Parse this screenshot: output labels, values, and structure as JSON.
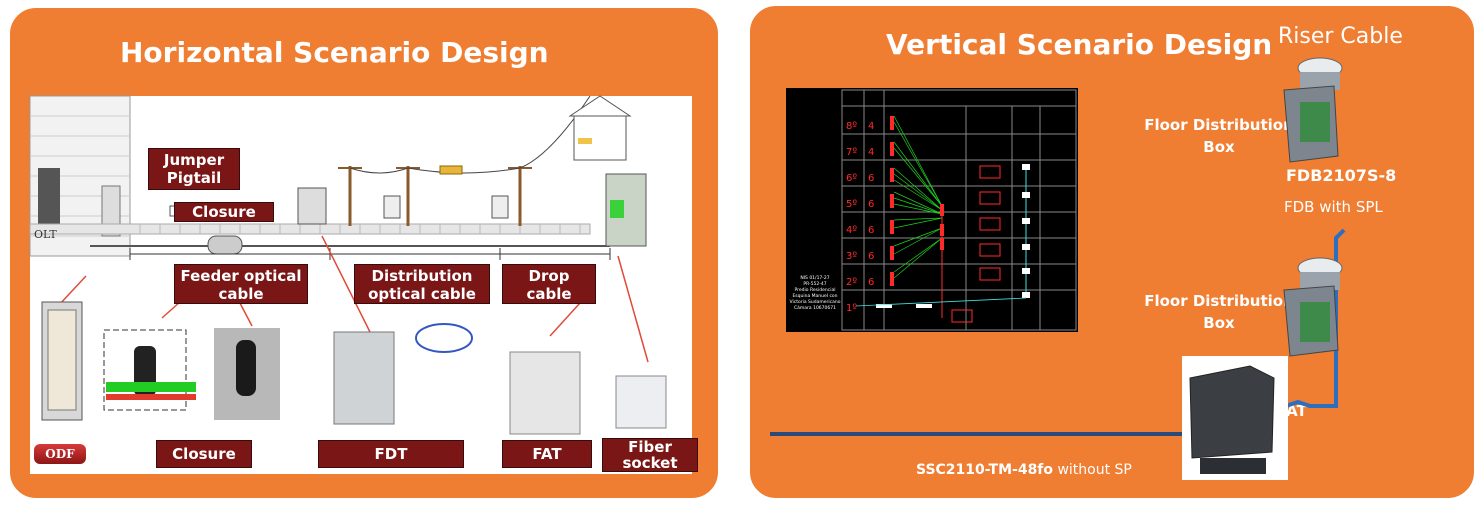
{
  "horizontal": {
    "title": "Horizontal Scenario Design",
    "labels": {
      "jumper": "Jumper",
      "pigtail": "Pigtail",
      "closure_top": "Closure",
      "feeder": "Feeder optical cable",
      "distribution": "Distribution optical cable",
      "drop": "Drop cable",
      "olt": "OLT",
      "odf": "ODF",
      "closure_bottom": "Closure",
      "fdt": "FDT",
      "fat": "FAT",
      "fiber_socket": "Fiber socket"
    }
  },
  "vertical": {
    "title": "Vertical Scenario Design",
    "riser_cable": "Riser Cable",
    "fdb_label_1": "Floor Distribution Box",
    "fdb_model": "FDB2107S-8",
    "fdb_spl": "FDB with SPL",
    "fdb_label_2": "Floor Distribution Box",
    "fat_partial": "r FAT",
    "ssc_model": "SSC2110-TM-48fo",
    "ssc_suffix": " without SP",
    "floors": [
      "8º",
      "7º",
      "6º",
      "5º",
      "4º",
      "3º",
      "2º",
      "1º"
    ],
    "fiber_counts": [
      "4",
      "4",
      "6",
      "6",
      "6",
      "6",
      "6"
    ],
    "drawing_note": "NIS 01/17-27\nPR-552-47\nPredio Residencial\nEsquina Manuel con\nVictoria Sudamericano\nCámara 10670671"
  },
  "colors": {
    "panel_orange": "#ef7d32",
    "label_maroon": "#7b1616",
    "cad_green": "#1fd11f",
    "cad_red": "#ff2a2a",
    "riser_blue": "#2c6fc1"
  }
}
